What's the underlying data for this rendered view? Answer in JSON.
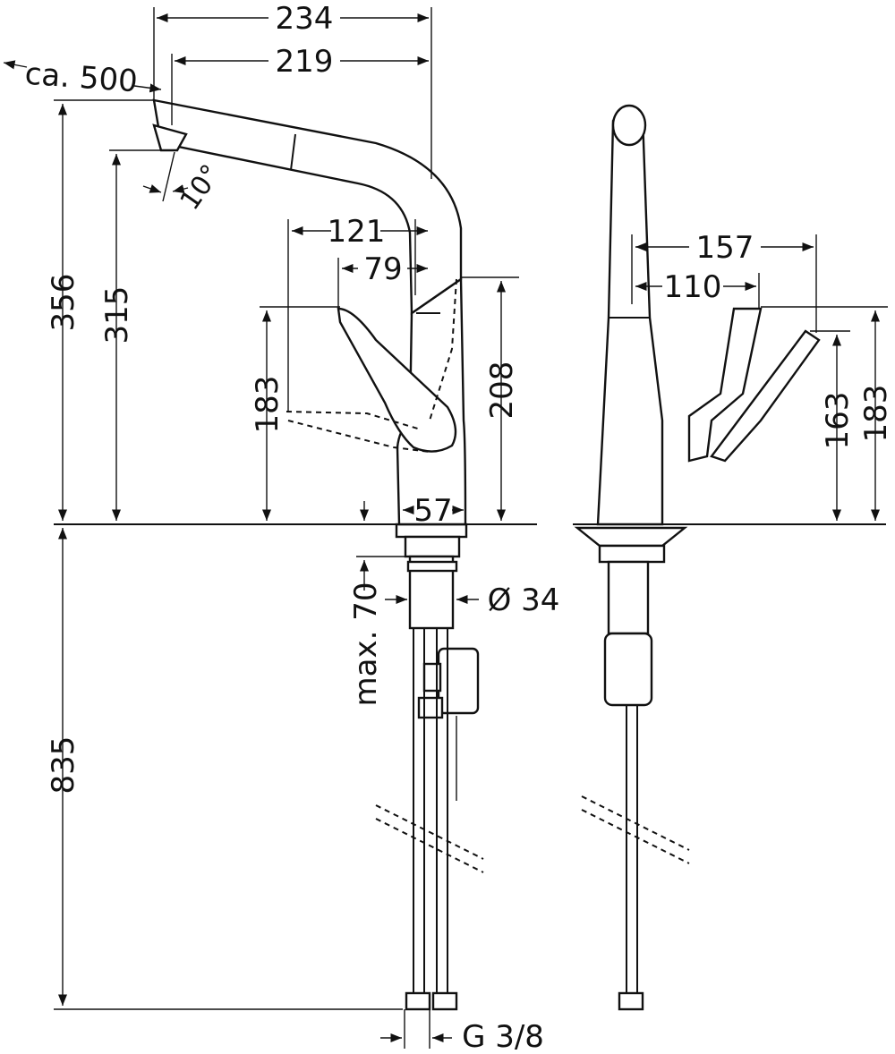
{
  "dimensions": {
    "width_total": "234",
    "width_spout": "219",
    "pullout": "ca. 500",
    "angle": "10°",
    "height_total": "356",
    "height_spout": "315",
    "lever_reach": "121",
    "lever_reach_inner": "79",
    "lever_height": "183",
    "body_height": "208",
    "base_diameter": "57",
    "max_thickness": "max. 70",
    "hole_diameter": "Ø 34",
    "hose_length": "835",
    "connection": "G 3/8",
    "side_reach": "157",
    "side_reach_inner": "110",
    "side_height_lever": "163",
    "side_height_total": "183"
  }
}
